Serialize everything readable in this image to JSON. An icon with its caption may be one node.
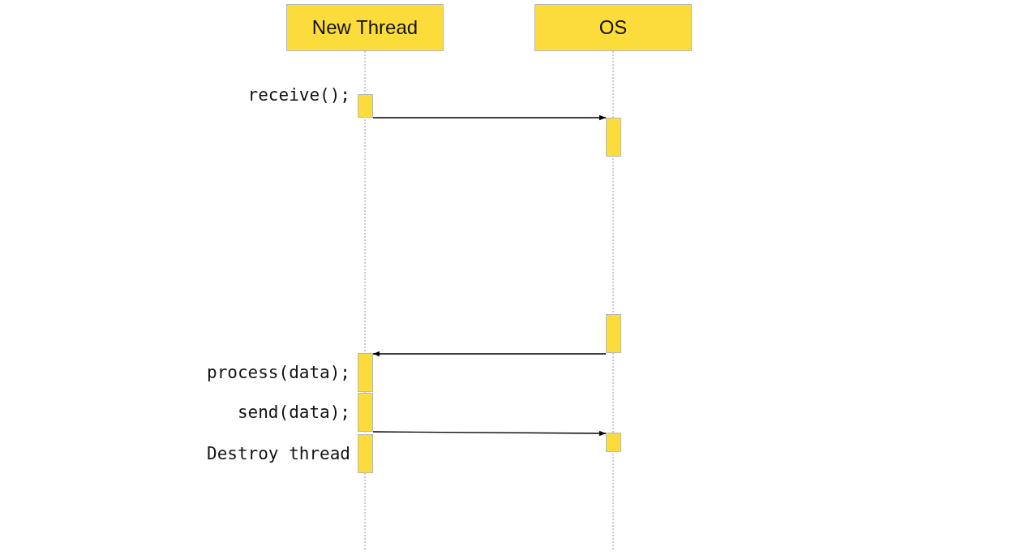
{
  "diagram": {
    "nodes": [
      {
        "text": [
          "New Thread"
        ]
      },
      {
        "text": [
          "OS"
        ]
      },
      {
        "text": [],
        "shape": "bar",
        "beside": [
          "receive();"
        ]
      },
      {
        "text": [],
        "shape": "bar"
      },
      {
        "text": [],
        "shape": "bar"
      },
      {
        "text": [],
        "shape": "bar",
        "beside": [
          "process(data);"
        ]
      },
      {
        "text": [],
        "shape": "bar",
        "beside": [
          "send(data);"
        ]
      },
      {
        "text": [],
        "shape": "bar"
      },
      {
        "text": [],
        "shape": "bar",
        "beside": [
          "Destroy thread"
        ]
      }
    ],
    "edges": [
      {
        "from": 2,
        "to": 3,
        "arrow": "to"
      },
      {
        "from": 4,
        "to": 5,
        "arrow": "to"
      },
      {
        "from": 6,
        "to": 7,
        "arrow": "to"
      }
    ]
  }
}
